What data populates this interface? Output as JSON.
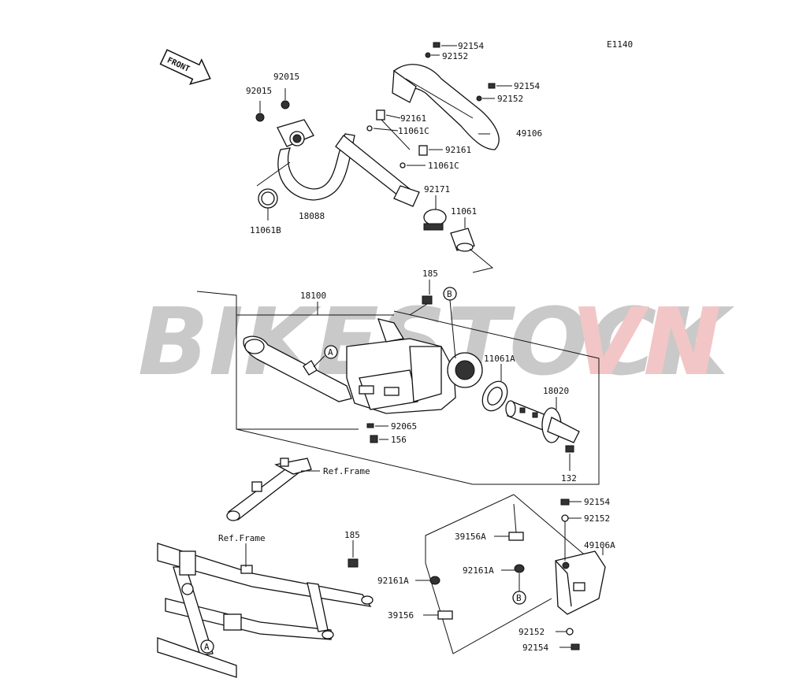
{
  "diagram_code": "E1140",
  "watermark": {
    "part1": "BIKESTOCK",
    "part2": "VN",
    "color1": "#c9c9c9",
    "color2": "#f2c6c6"
  },
  "front_arrow_label": "FRONT",
  "callouts": {
    "A": "A",
    "B": "B"
  },
  "labels": {
    "p92154_a": "92154",
    "p92152_a": "92152",
    "p92154_b": "92154",
    "p92152_b": "92152",
    "p49106": "49106",
    "p92015_a": "92015",
    "p92015_b": "92015",
    "p92161_a": "92161",
    "p11061c_a": "11061C",
    "p92161_b": "92161",
    "p11061c_b": "11061C",
    "p92171": "92171",
    "p11061": "11061",
    "p11061b": "11061B",
    "p18088": "18088",
    "p185_a": "185",
    "p18100": "18100",
    "p11061a": "11061A",
    "p18020": "18020",
    "p92065": "92065",
    "p156": "156",
    "p132": "132",
    "ref_frame_a": "Ref.Frame",
    "ref_frame_b": "Ref.Frame",
    "p185_b": "185",
    "p92154_c": "92154",
    "p92152_c": "92152",
    "p39156a": "39156A",
    "p49106a": "49106A",
    "p92161a_a": "92161A",
    "p92161a_b": "92161A",
    "p39156": "39156",
    "p92152_d": "92152",
    "p92154_d": "92154"
  }
}
